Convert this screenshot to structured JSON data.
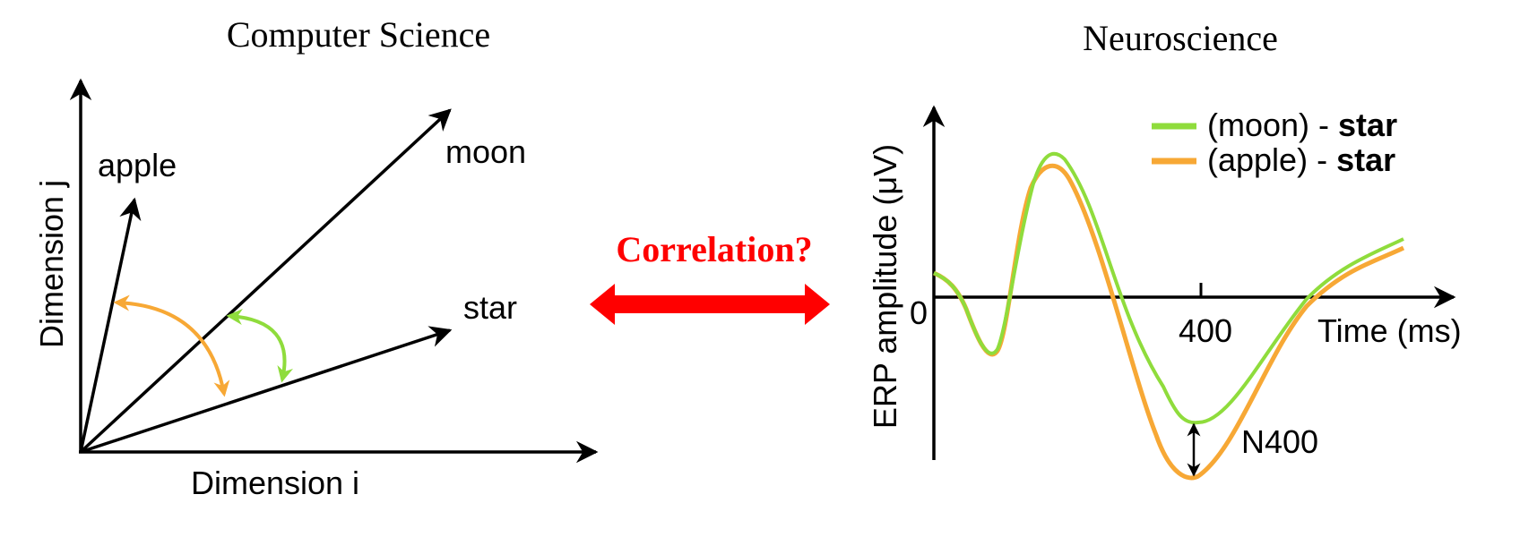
{
  "left_panel": {
    "title": "Computer Science",
    "xlabel": "Dimension i",
    "ylabel": "Dimension j",
    "words": {
      "apple": "apple",
      "moon": "moon",
      "star": "star"
    }
  },
  "middle": {
    "label": "Correlation?"
  },
  "right_panel": {
    "title": "Neuroscience",
    "ylabel": "ERP amplitude (μV)",
    "xlabel": "Time (ms)",
    "zero_tick": "0",
    "tick_400": "400",
    "n400_label": "N400",
    "legend": [
      {
        "prefix": "(moon) - ",
        "bold": "star"
      },
      {
        "prefix": "(apple) - ",
        "bold": "star"
      }
    ]
  },
  "colors": {
    "green": "#8fdc3c",
    "orange": "#f7a835",
    "red": "#ff0000",
    "black": "#000000"
  }
}
